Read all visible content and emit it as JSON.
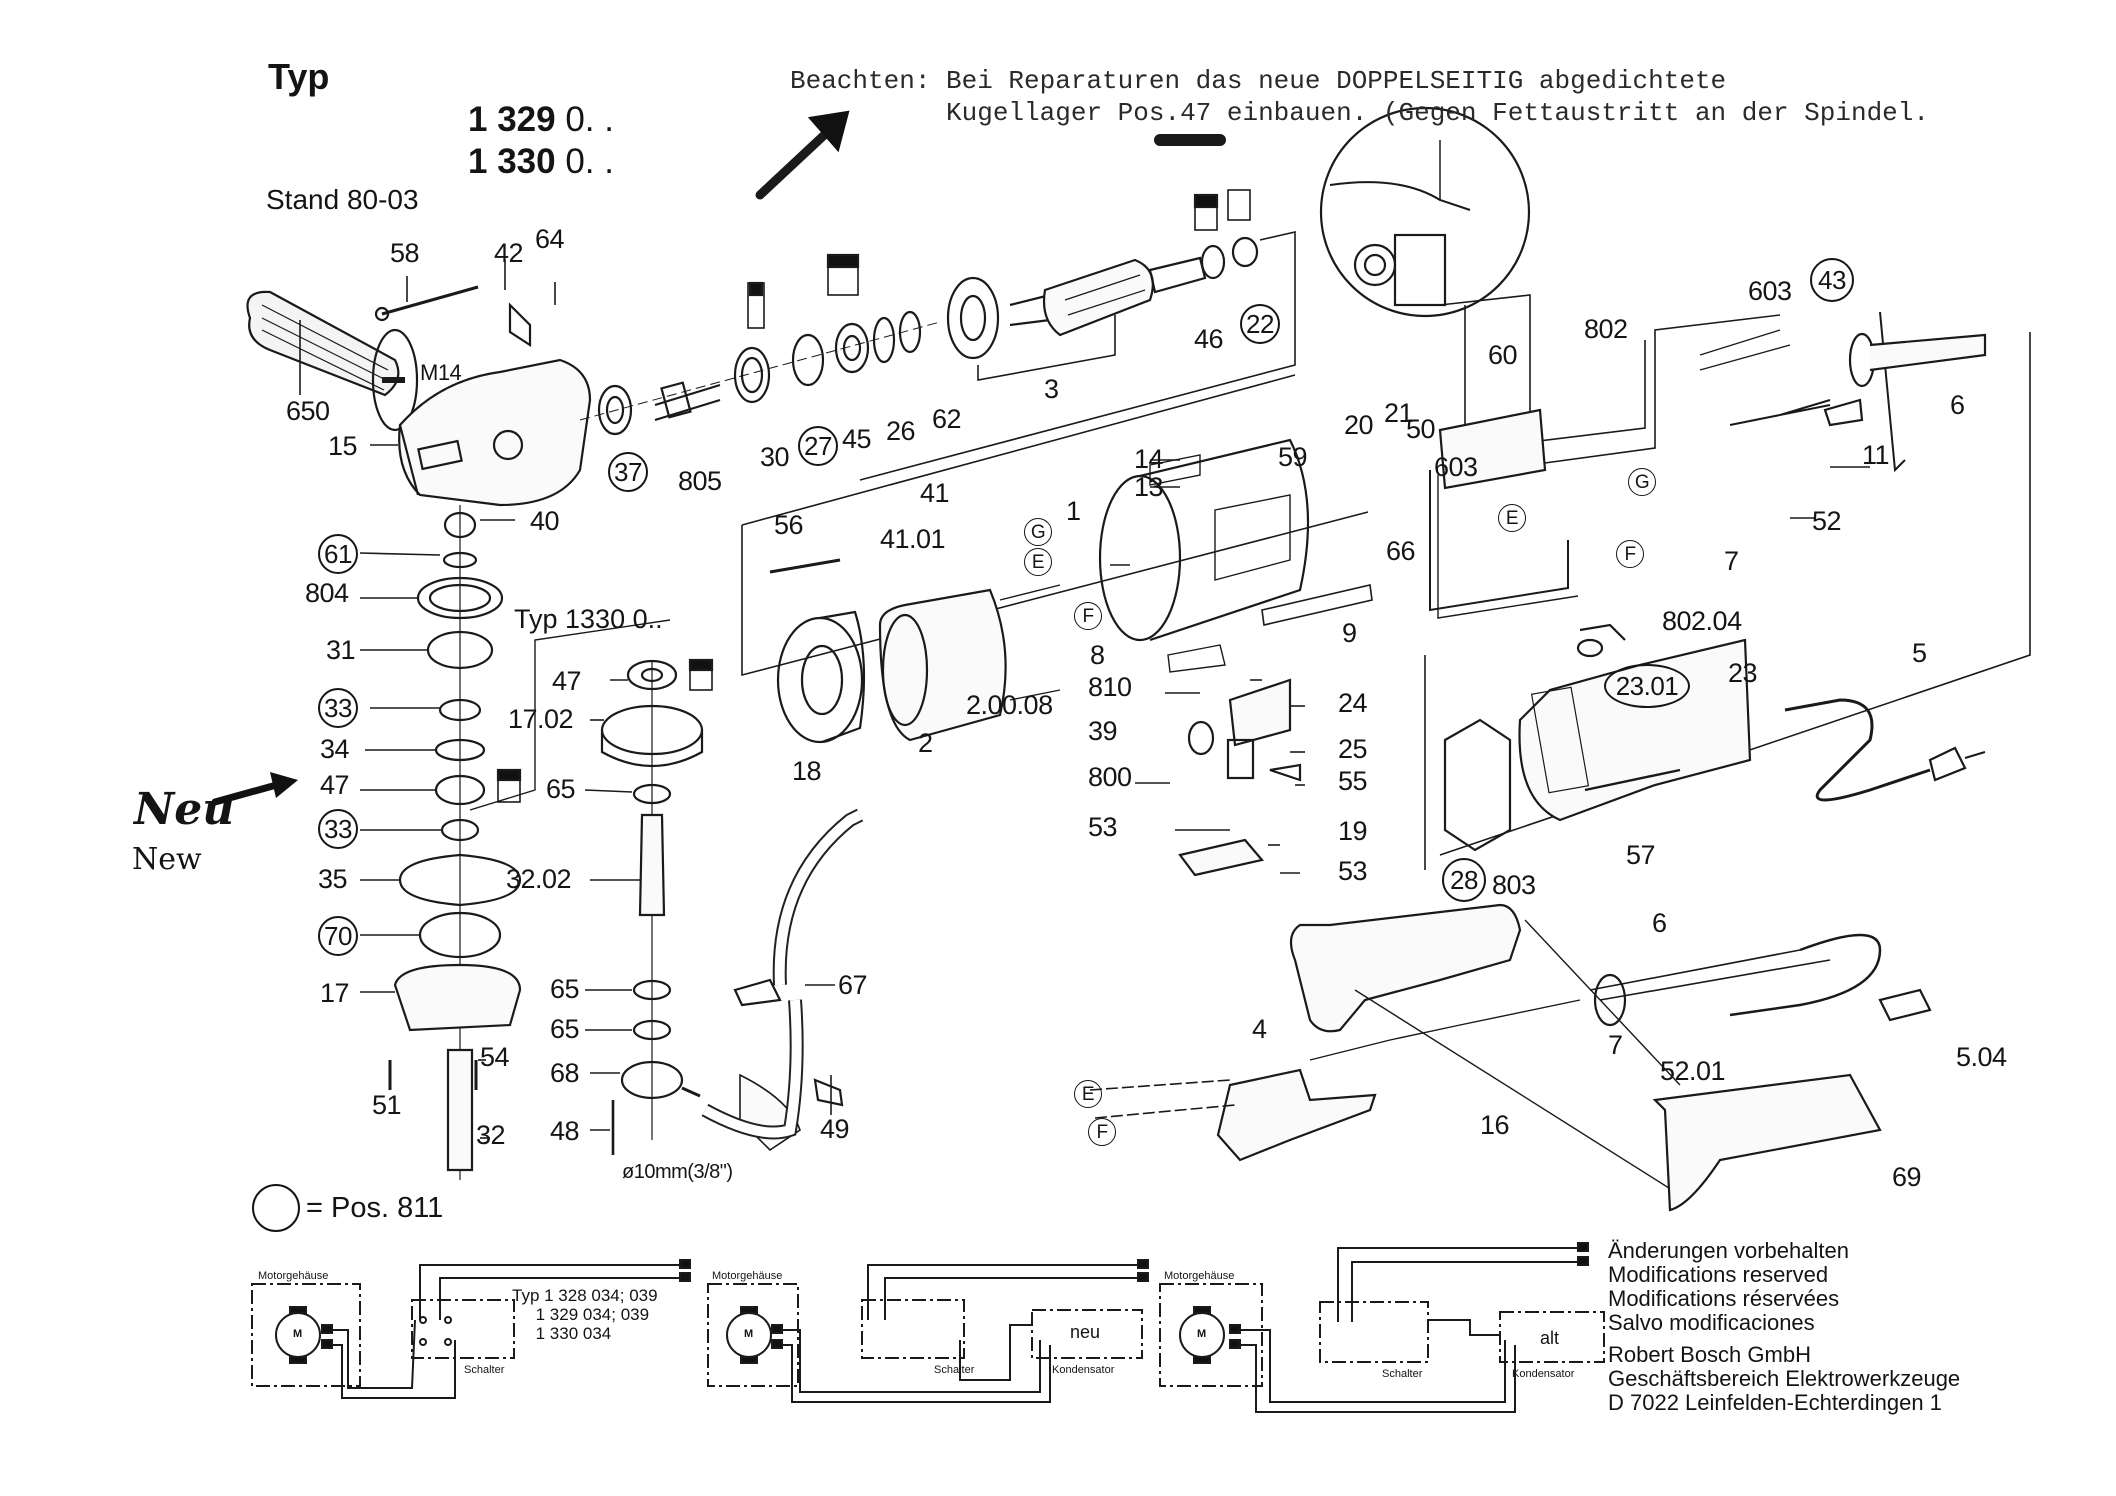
{
  "header": {
    "typ_label": "Typ",
    "model_1_bold": "1 329",
    "model_1_suffix": " 0. .",
    "model_2_bold": "1 330",
    "model_2_suffix": " 0. .",
    "stand": "Stand 80-03"
  },
  "note": {
    "line1": "Beachten: Bei Reparaturen das neue DOPPELSEITIG abgedichtete",
    "line2": "          Kugellager Pos.47 einbauen. (Gegen Fettaustritt an der Spindel."
  },
  "handwritten": {
    "neu": "Neu",
    "new": "New"
  },
  "sub_typ": "Typ  1330 0..",
  "thread_label": "M14",
  "hose_label": "ø10mm(3/8\")",
  "legend": {
    "text": "= Pos. 811"
  },
  "part_labels": [
    {
      "id": "58",
      "circled": false
    },
    {
      "id": "42",
      "circled": false
    },
    {
      "id": "64",
      "circled": false
    },
    {
      "id": "650",
      "circled": false
    },
    {
      "id": "15",
      "circled": false
    },
    {
      "id": "37",
      "circled": true
    },
    {
      "id": "805",
      "circled": false
    },
    {
      "id": "30",
      "circled": false
    },
    {
      "id": "27",
      "circled": true
    },
    {
      "id": "45",
      "circled": false
    },
    {
      "id": "26",
      "circled": false
    },
    {
      "id": "62",
      "circled": false
    },
    {
      "id": "3",
      "circled": false
    },
    {
      "id": "46",
      "circled": false
    },
    {
      "id": "22",
      "circled": true
    },
    {
      "id": "40",
      "circled": false
    },
    {
      "id": "61",
      "circled": true
    },
    {
      "id": "804",
      "circled": false
    },
    {
      "id": "31",
      "circled": false
    },
    {
      "id": "33",
      "circled": true
    },
    {
      "id": "34",
      "circled": false
    },
    {
      "id": "47",
      "circled": false
    },
    {
      "id": "33b",
      "text": "33",
      "circled": true
    },
    {
      "id": "35",
      "circled": false
    },
    {
      "id": "70",
      "circled": true
    },
    {
      "id": "17",
      "circled": false
    },
    {
      "id": "51",
      "circled": false
    },
    {
      "id": "54",
      "circled": false
    },
    {
      "id": "32",
      "circled": false
    },
    {
      "id": "47b",
      "text": "47",
      "circled": false
    },
    {
      "id": "17.02",
      "circled": false
    },
    {
      "id": "65",
      "circled": false
    },
    {
      "id": "32.02",
      "circled": false
    },
    {
      "id": "65b",
      "text": "65",
      "circled": false
    },
    {
      "id": "65c",
      "text": "65",
      "circled": false
    },
    {
      "id": "68",
      "circled": false
    },
    {
      "id": "48",
      "circled": false
    },
    {
      "id": "67",
      "circled": false
    },
    {
      "id": "49",
      "circled": false
    },
    {
      "id": "56",
      "circled": false
    },
    {
      "id": "41",
      "circled": false
    },
    {
      "id": "41.01",
      "circled": false
    },
    {
      "id": "18",
      "circled": false
    },
    {
      "id": "2",
      "circled": false
    },
    {
      "id": "2.00.08",
      "circled": false
    },
    {
      "id": "1",
      "circled": false
    },
    {
      "id": "14",
      "circled": false
    },
    {
      "id": "13",
      "circled": false
    },
    {
      "id": "59",
      "circled": false
    },
    {
      "id": "9",
      "circled": false
    },
    {
      "id": "8",
      "circled": false
    },
    {
      "id": "810",
      "circled": false
    },
    {
      "id": "39",
      "circled": false
    },
    {
      "id": "800",
      "circled": false
    },
    {
      "id": "53",
      "circled": false
    },
    {
      "id": "24",
      "circled": false
    },
    {
      "id": "25",
      "circled": false
    },
    {
      "id": "55",
      "circled": false
    },
    {
      "id": "19",
      "circled": false
    },
    {
      "id": "53b",
      "text": "53",
      "circled": false
    },
    {
      "id": "20",
      "circled": false
    },
    {
      "id": "21",
      "circled": false
    },
    {
      "id": "66",
      "circled": false
    },
    {
      "id": "50",
      "circled": false
    },
    {
      "id": "60",
      "circled": false
    },
    {
      "id": "603",
      "circled": false
    },
    {
      "id": "802",
      "circled": false
    },
    {
      "id": "603b",
      "text": "603",
      "circled": false
    },
    {
      "id": "43",
      "circled": true
    },
    {
      "id": "6",
      "circled": false
    },
    {
      "id": "11",
      "circled": false
    },
    {
      "id": "52",
      "circled": false
    },
    {
      "id": "7",
      "circled": false
    },
    {
      "id": "802.04",
      "circled": false
    },
    {
      "id": "23",
      "circled": false
    },
    {
      "id": "23.01",
      "circled": true
    },
    {
      "id": "5",
      "circled": false
    },
    {
      "id": "28",
      "circled": true
    },
    {
      "id": "803",
      "circled": false
    },
    {
      "id": "57",
      "circled": false
    },
    {
      "id": "6b",
      "text": "6",
      "circled": false
    },
    {
      "id": "4",
      "circled": false
    },
    {
      "id": "7b",
      "text": "7",
      "circled": false
    },
    {
      "id": "52.01",
      "circled": false
    },
    {
      "id": "5.04",
      "circled": false
    },
    {
      "id": "16",
      "circled": false
    },
    {
      "id": "69",
      "circled": false
    }
  ],
  "wire_letters": [
    "G",
    "E",
    "F",
    "E",
    "F",
    "G",
    "E",
    "F"
  ],
  "schematics": {
    "motor_housing": "Motorgehäuse",
    "motor": "M",
    "switch": "Schalter",
    "capacitor": "Kondensator",
    "new_cap": "neu",
    "old_cap": "alt",
    "typ_list": "Typ 1 328 034; 039\n     1 329 034; 039\n     1 330 034"
  },
  "footer": {
    "mod_de": "Änderungen vorbehalten",
    "mod_en": "Modifications reserved",
    "mod_fr": "Modifications réservées",
    "mod_es": "Salvo modificaciones",
    "company": "Robert Bosch GmbH",
    "division": "Geschäftsbereich Elektrowerkzeuge",
    "address": "D 7022 Leinfelden-Echterdingen 1"
  }
}
